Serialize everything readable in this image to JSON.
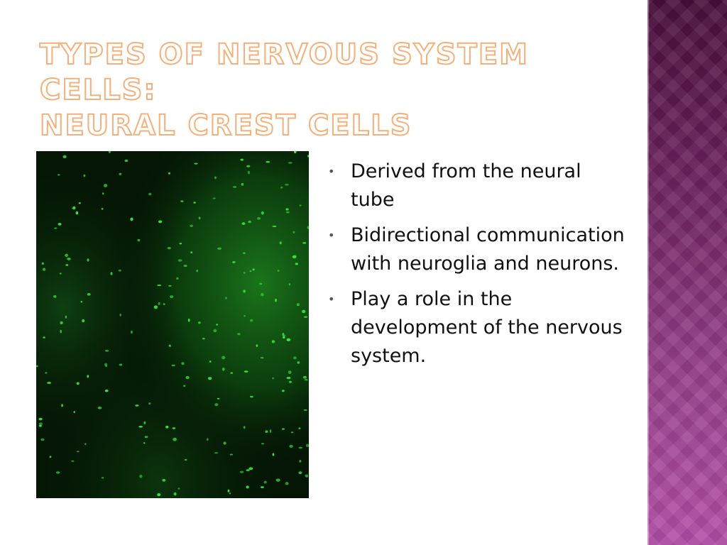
{
  "slide": {
    "title_line1": "Types of Nervous System Cells:",
    "title_line2": "Neural Crest Cells",
    "bullets": [
      "Derived from the neural tube",
      "Bidirectional communication with neuroglia and neurons.",
      "Play a role in the development of the nervous system."
    ],
    "bullet_icon": "bullet-dot-icon",
    "image": "fluorescence-micrograph"
  },
  "colors": {
    "title_outline": "#f3b07a",
    "side_band_top": "#4a0f3c",
    "side_band_bottom": "#b24fa8",
    "cell_green": "#39e83a"
  }
}
